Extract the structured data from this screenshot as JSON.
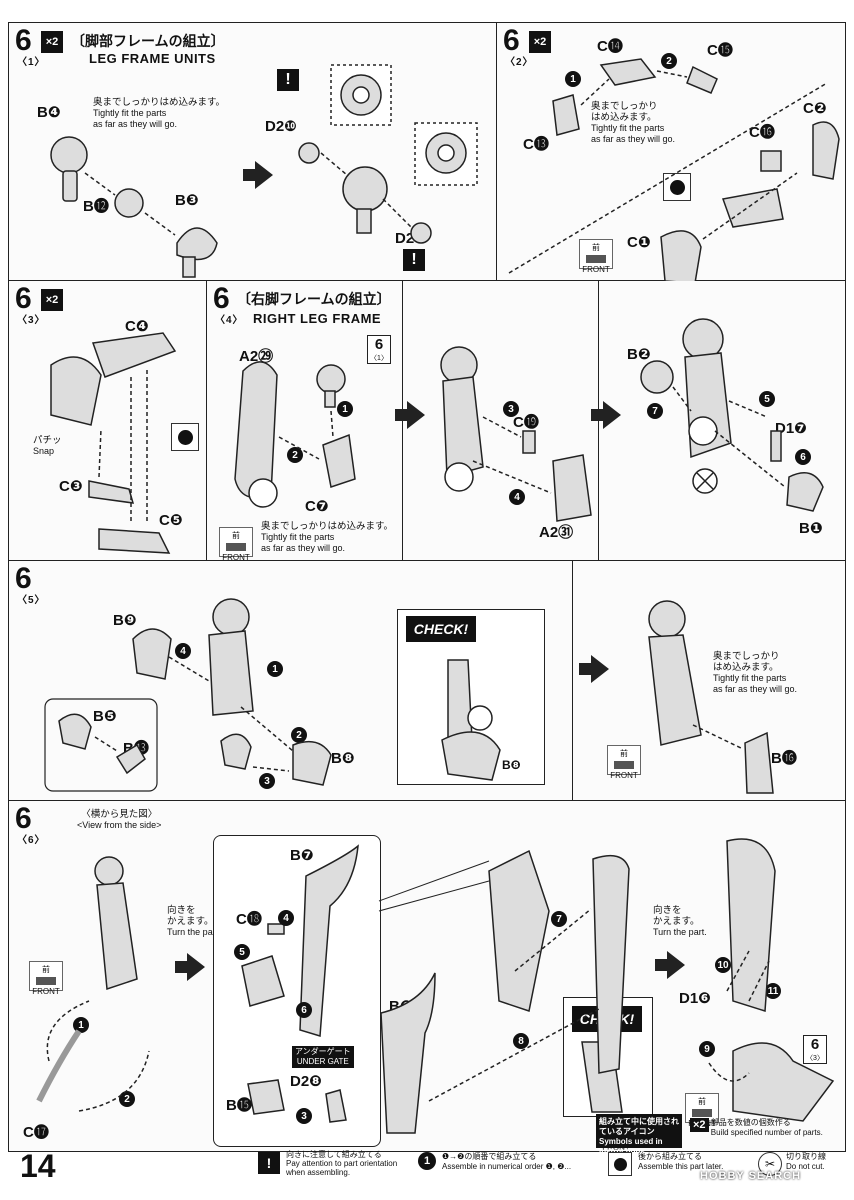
{
  "page_number": "14",
  "step": "6",
  "substeps": {
    "s1": {
      "sub": "〈1〉",
      "mult": "×2",
      "title_jp": "〔脚部フレームの組立〕",
      "title_en": "LEG FRAME UNITS",
      "parts": [
        "B❹",
        "B⓬",
        "B❸",
        "D2❿",
        "D2❾"
      ],
      "note_jp": "奥までしっかりはめ込みます。",
      "note_en1": "Tightly fit the parts",
      "note_en2": "as far as they will go."
    },
    "s2": {
      "sub": "〈2〉",
      "mult": "×2",
      "parts": [
        "C⓮",
        "C⓯",
        "C⓭",
        "C⓰",
        "C❷",
        "C❶"
      ],
      "note_jp1": "奥までしっかり",
      "note_jp2": "はめ込みます。",
      "note_en1": "Tightly fit the parts",
      "note_en2": "as far as they will go.",
      "front": "FRONT",
      "front_jp": "前"
    },
    "s3": {
      "sub": "〈3〉",
      "mult": "×2",
      "parts": [
        "C❹",
        "C❸",
        "C❺"
      ],
      "snap_jp": "パチッ",
      "snap": "Snap"
    },
    "s4": {
      "sub": "〈4〉",
      "title_jp": "〔右脚フレームの組立〕",
      "title_en": "RIGHT LEG FRAME",
      "parts": [
        "A2㉙",
        "C❼",
        "C⓳",
        "A2㉛",
        "B❷",
        "D1❼",
        "B❶"
      ],
      "ref_step": "6",
      "ref_sub": "〈1〉",
      "note_jp": "奥までしっかりはめ込みます。",
      "note_en1": "Tightly fit the parts",
      "note_en2": "as far as they will go.",
      "front": "FRONT",
      "front_jp": "前"
    },
    "s5": {
      "sub": "〈5〉",
      "parts": [
        "B❾",
        "B❺",
        "B⓭",
        "B❽",
        "B⓰"
      ],
      "check": "CHECK!",
      "check_part": "B❽",
      "note_jp1": "奥までしっかり",
      "note_jp2": "はめ込みます。",
      "note_en1": "Tightly fit the parts",
      "note_en2": "as far as they will go.",
      "front": "FRONT",
      "front_jp": "前"
    },
    "s6": {
      "sub": "〈6〉",
      "view_jp": "〈横から見た図〉",
      "view_en": "<View from the side>",
      "turn_jp1": "向きを",
      "turn_jp2": "かえます。",
      "turn_en": "Turn the part.",
      "parts": [
        "C⓱",
        "C⓲",
        "B❼",
        "B❻",
        "D2❽",
        "B⓯",
        "D1❻"
      ],
      "under_gate_jp": "アンダーゲート",
      "under_gate": "UNDER GATE",
      "check": "CHECK!",
      "ref_step": "6",
      "ref_sub": "〈3〉",
      "front": "FRONT",
      "front_jp": "前"
    }
  },
  "legend": {
    "icons_title_jp": "組み立て中に使用されているアイコン",
    "icons_title_en": "Symbols used in instructions",
    "x2_jp": "部品を数値の個数作る",
    "x2_en": "Build specified number of parts.",
    "exclam_jp": "向きに注意して組み立てる",
    "exclam_en1": "Pay attention to part orientation",
    "exclam_en2": "when assembling.",
    "order_jp": "❶→❷の順番で組み立てる",
    "order_en": "Assemble in numerical order ❶, ❷...",
    "later_jp": "後から組み立てる",
    "later_en": "Assemble this part later.",
    "nocut_jp": "切り取り線",
    "nocut_en": "Do not cut."
  },
  "watermark": "HOBBY SEARCH"
}
